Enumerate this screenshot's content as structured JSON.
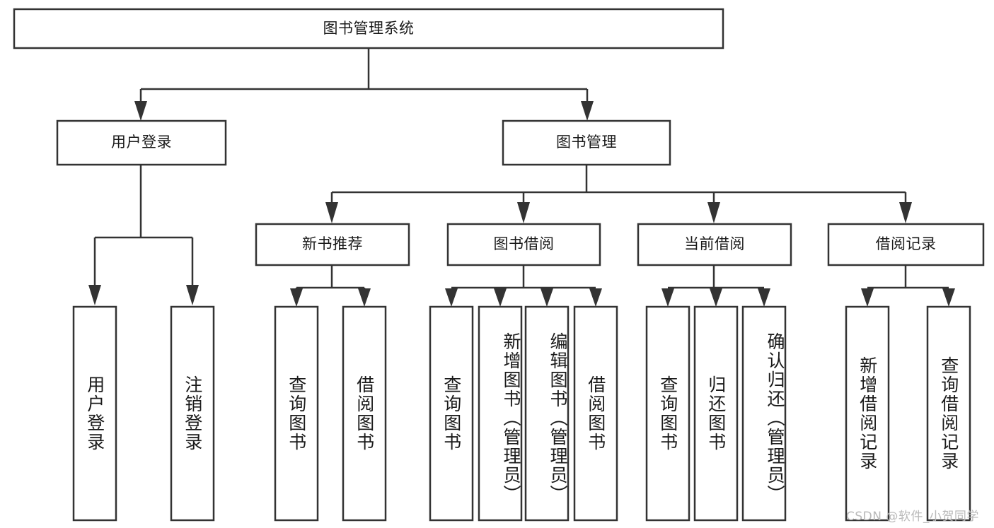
{
  "diagram": {
    "type": "tree-hierarchy-diagram",
    "title": "图书管理系统",
    "watermark": "CSDN @软件_小贺同学",
    "colors": {
      "stroke": "#333333",
      "fill": "#ffffff",
      "text": "#1a1a1a",
      "watermark": "#b9b9b9"
    },
    "levels": {
      "root": {
        "label": "图书管理系统"
      },
      "level1": [
        {
          "label": "用户登录"
        },
        {
          "label": "图书管理"
        }
      ],
      "level2": [
        {
          "label": "新书推荐"
        },
        {
          "label": "图书借阅"
        },
        {
          "label": "当前借阅"
        },
        {
          "label": "借阅记录"
        }
      ],
      "leaves": {
        "user_login": [
          {
            "label": "用户登录"
          },
          {
            "label": "注销登录"
          }
        ],
        "new_book_recommend": [
          {
            "label": "查询图书"
          },
          {
            "label": "借阅图书"
          }
        ],
        "book_borrow": [
          {
            "label": "查询图书"
          },
          {
            "label": "新增图书（管理员）"
          },
          {
            "label": "编辑图书（管理员）"
          },
          {
            "label": "借阅图书"
          }
        ],
        "current_borrow": [
          {
            "label": "查询图书"
          },
          {
            "label": "归还图书"
          },
          {
            "label": "确认归还（管理员）"
          }
        ],
        "borrow_record": [
          {
            "label": "新增借阅记录"
          },
          {
            "label": "查询借阅记录"
          }
        ]
      }
    }
  }
}
